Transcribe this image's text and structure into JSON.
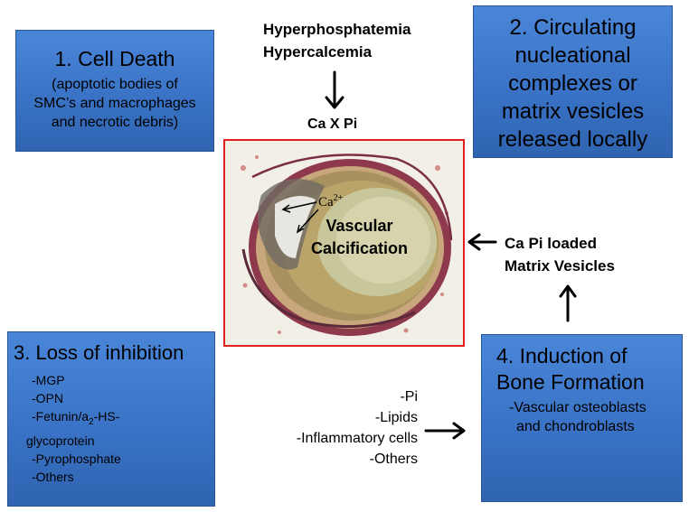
{
  "box1": {
    "title": "1. Cell Death",
    "lines": [
      "(apoptotic bodies of",
      "SMC’s and macrophages",
      "and necrotic debris)"
    ]
  },
  "box2": {
    "lines": [
      "2. Circulating",
      "nucleational",
      "complexes or",
      "matrix vesicles",
      "released locally"
    ]
  },
  "box3": {
    "title": "3. Loss of inhibition",
    "items": [
      "-MGP",
      "-OPN",
      "-Fetunin/a",
      "2",
      "-HS-",
      "glycoprotein",
      "-Pyrophosphate",
      "-Others"
    ]
  },
  "box4": {
    "title_lines": [
      "4. Induction of",
      "Bone Formation"
    ],
    "sub_lines": [
      "-Vascular osteoblasts",
      "and chondroblasts"
    ]
  },
  "top": {
    "lines": [
      "Hyperphosphatemia",
      "Hypercalcemia"
    ],
    "product": "Ca X Pi"
  },
  "center": {
    "ion": "Ca",
    "ion_sup": "2+",
    "label_lines": [
      "Vascular",
      "Calcification"
    ]
  },
  "right": {
    "lines": [
      "Ca Pi loaded",
      "Matrix Vesicles"
    ]
  },
  "factors": {
    "lines": [
      "-Pi",
      "-Lipids",
      "-Inflammatory cells",
      "-Others"
    ]
  },
  "colors": {
    "box_fill": "#3a73c6",
    "frame": "#e0201c"
  },
  "icons": [
    "arrow-down-icon",
    "arrow-left-icon",
    "arrow-up-icon",
    "arrow-right-icon"
  ]
}
